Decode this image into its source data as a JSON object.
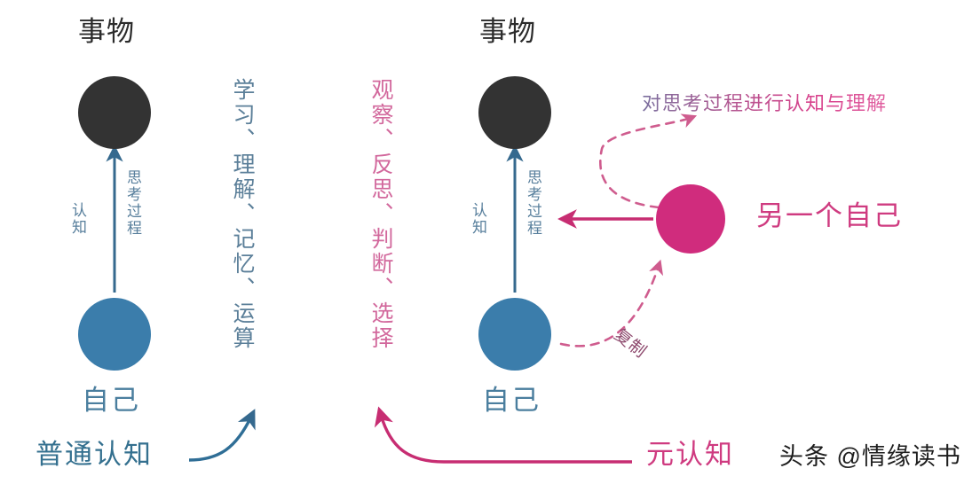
{
  "meta": {
    "background": "#ffffff",
    "colors": {
      "dark_circle": "#333333",
      "blue_circle": "#3b7dab",
      "pink_circle": "#d02c7d",
      "blue_text": "#4a7e9e",
      "pink_text": "#cf3b80",
      "divider": "#2e6d90"
    }
  },
  "left_panel": {
    "title": "事物",
    "self_label": "自己",
    "arrow_left_label": "认知",
    "arrow_right_label": "思考过程",
    "vertical_list": "学习、理解、记忆、运算",
    "caption": "普通认知"
  },
  "right_panel": {
    "title": "事物",
    "self_label": "自己",
    "arrow_left_label": "认知",
    "arrow_right_label": "思考过程",
    "vertical_list": "观察、反思、判断、选择",
    "headline": "对思考过程进行认知与理解",
    "another_self_label": "另一个自己",
    "copy_label": "复制",
    "caption": "元认知"
  },
  "watermark": {
    "text": "头条 @情缘读书"
  }
}
